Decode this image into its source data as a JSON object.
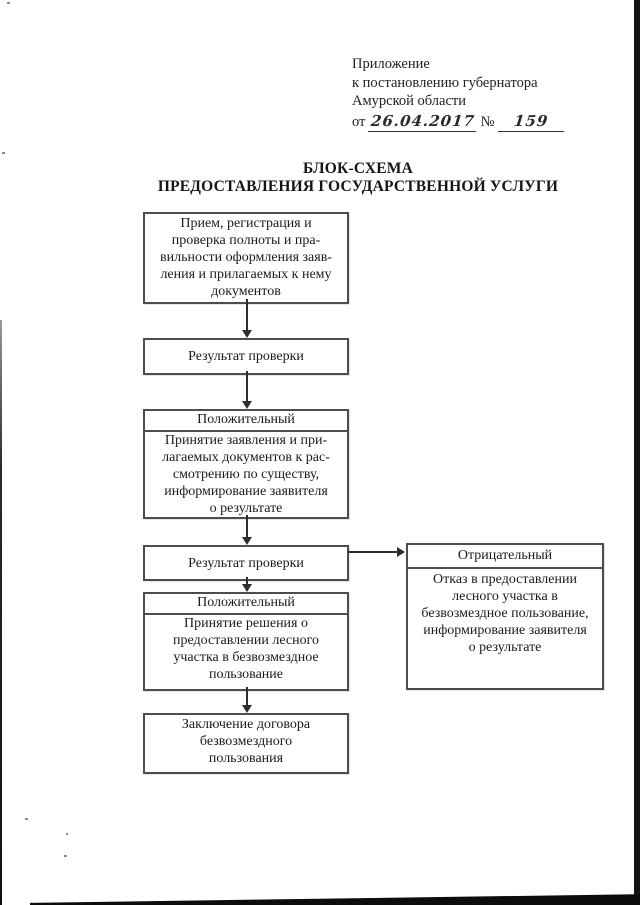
{
  "header": {
    "line1": "Приложение",
    "line2": "к постановлению губернатора",
    "line3": "Амурской области",
    "date_prefix": "от",
    "date_value": "26.04.2017",
    "number_sign": "№",
    "number_value": "159"
  },
  "title": {
    "line1": "БЛОК-СХЕМА",
    "line2": "ПРЕДОСТАВЛЕНИЯ ГОСУДАРСТВЕННОЙ УСЛУГИ"
  },
  "flowchart": {
    "box_reception": {
      "lines": [
        "Прием, регистрация и",
        "проверка полноты и пра-",
        "вильности оформления заяв-",
        "ления и прилагаемых к нему",
        "документов"
      ]
    },
    "box_check_result_1": {
      "label": "Результат проверки"
    },
    "box_positive_1": {
      "header": "Положительный",
      "lines": [
        "Принятие заявления и при-",
        "лагаемых документов к рас-",
        "смотрению по существу,",
        "информирование заявителя",
        "о результате"
      ]
    },
    "box_check_result_2": {
      "label": "Результат проверки"
    },
    "box_negative": {
      "header": "Отрицательный",
      "lines": [
        "Отказ в предоставлении",
        "лесного участка в",
        "безвозмездное пользование,",
        "информирование заявителя",
        "о результате"
      ]
    },
    "box_positive_2": {
      "header": "Положительный",
      "lines": [
        "Принятие решения о",
        "предоставлении лесного",
        "участка в безвозмездное",
        "пользование"
      ]
    },
    "box_contract": {
      "lines": [
        "Заключение договора",
        "безвозмездного",
        "пользования"
      ]
    }
  },
  "colors": {
    "box_border": "#4d4d4d",
    "arrow": "#2d2d2d",
    "text": "#1b1b1b",
    "page_background": "#ffffff",
    "scan_edge": "#141414"
  }
}
